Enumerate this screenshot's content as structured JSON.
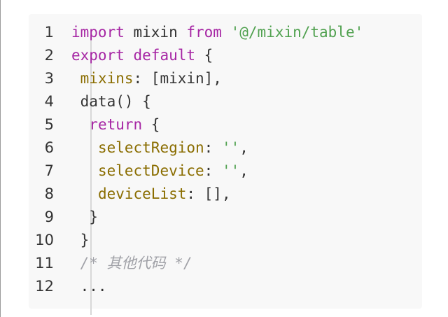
{
  "code_block": {
    "lines": [
      {
        "n": "1",
        "tokens": [
          {
            "t": "import",
            "c": "kw"
          },
          {
            "t": " mixin ",
            "c": ""
          },
          {
            "t": "from",
            "c": "kw"
          },
          {
            "t": " ",
            "c": ""
          },
          {
            "t": "'@/mixin/table'",
            "c": "str"
          }
        ]
      },
      {
        "n": "2",
        "tokens": [
          {
            "t": "export",
            "c": "kw"
          },
          {
            "t": " ",
            "c": ""
          },
          {
            "t": "default",
            "c": "kw"
          },
          {
            "t": " {",
            "c": ""
          }
        ]
      },
      {
        "n": "3",
        "tokens": [
          {
            "t": " ",
            "c": ""
          },
          {
            "t": "mixins",
            "c": "prop"
          },
          {
            "t": ": [mixin],",
            "c": ""
          }
        ]
      },
      {
        "n": "4",
        "tokens": [
          {
            "t": " data() {",
            "c": ""
          }
        ]
      },
      {
        "n": "5",
        "tokens": [
          {
            "t": "  ",
            "c": ""
          },
          {
            "t": "return",
            "c": "kw"
          },
          {
            "t": " {",
            "c": ""
          }
        ]
      },
      {
        "n": "6",
        "tokens": [
          {
            "t": "   ",
            "c": ""
          },
          {
            "t": "selectRegion",
            "c": "prop"
          },
          {
            "t": ": ",
            "c": ""
          },
          {
            "t": "''",
            "c": "str"
          },
          {
            "t": ",",
            "c": ""
          }
        ]
      },
      {
        "n": "7",
        "tokens": [
          {
            "t": "   ",
            "c": ""
          },
          {
            "t": "selectDevice",
            "c": "prop"
          },
          {
            "t": ": ",
            "c": ""
          },
          {
            "t": "''",
            "c": "str"
          },
          {
            "t": ",",
            "c": ""
          }
        ]
      },
      {
        "n": "8",
        "tokens": [
          {
            "t": "   ",
            "c": ""
          },
          {
            "t": "deviceList",
            "c": "prop"
          },
          {
            "t": ": [],",
            "c": ""
          }
        ]
      },
      {
        "n": "9",
        "tokens": [
          {
            "t": "  }",
            "c": ""
          }
        ]
      },
      {
        "n": "10",
        "tokens": [
          {
            "t": " }",
            "c": ""
          }
        ]
      },
      {
        "n": "11",
        "tokens": [
          {
            "t": " ",
            "c": ""
          },
          {
            "t": "/* 其他代码 */",
            "c": "cm"
          }
        ]
      },
      {
        "n": "12",
        "tokens": [
          {
            "t": " ...",
            "c": ""
          }
        ]
      }
    ]
  }
}
